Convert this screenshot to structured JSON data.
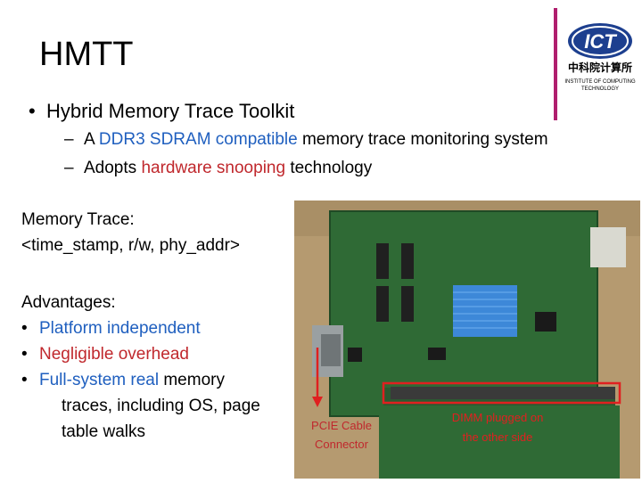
{
  "slide": {
    "title": "HMTT",
    "bullet_main": "Hybrid Memory Trace Toolkit",
    "sub1": {
      "a": "A ",
      "b": "DDR3 SDRAM compatible",
      "c": " memory trace monitoring system"
    },
    "sub2": {
      "a": "Adopts ",
      "b": "hardware snooping",
      "c": " technology"
    },
    "trace_label": "Memory Trace:",
    "trace_format": "<time_stamp, r/w, phy_addr>",
    "adv_title": "Advantages:",
    "adv1": "Platform independent",
    "adv2": "Negligible overhead",
    "adv3_red": "Full-system real",
    "adv3_rest": " memory",
    "adv3_line2": "traces, including OS, page",
    "adv3_line3": "table walks",
    "bullet_symbol": "•",
    "dash_symbol": "–"
  },
  "logo": {
    "text_main": "ICT",
    "text_cn": "中科院计算所",
    "line1": "INSTITUTE OF COMPUTING",
    "line2": "TECHNOLOGY"
  },
  "photo": {
    "pcie_line1": "PCIE Cable",
    "pcie_line2": "Connector",
    "dimm_line1": "DIMM plugged on",
    "dimm_line2": "the other side"
  },
  "colors": {
    "accent_red": "#c0282d",
    "accent_blue": "#1f5fbf",
    "logo_blue": "#1d3f8f"
  }
}
